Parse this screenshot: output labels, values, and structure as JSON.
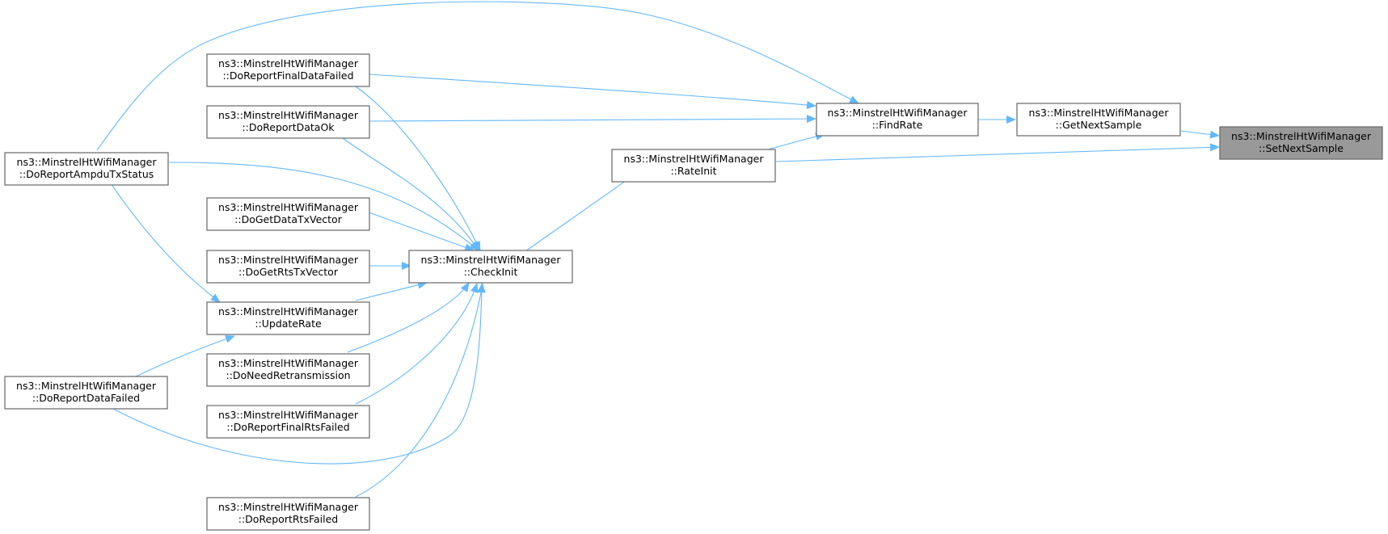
{
  "graph": {
    "edge_color": "#63b8ff",
    "root_fill": "#999999",
    "nodes": {
      "setnextsample": {
        "line1": "ns3::MinstrelHtWifiManager",
        "line2": "::SetNextSample"
      },
      "getnextsample": {
        "line1": "ns3::MinstrelHtWifiManager",
        "line2": "::GetNextSample"
      },
      "findrate": {
        "line1": "ns3::MinstrelHtWifiManager",
        "line2": "::FindRate"
      },
      "rateinit": {
        "line1": "ns3::MinstrelHtWifiManager",
        "line2": "::RateInit"
      },
      "checkinit": {
        "line1": "ns3::MinstrelHtWifiManager",
        "line2": "::CheckInit"
      },
      "doreportfinaldatafailed": {
        "line1": "ns3::MinstrelHtWifiManager",
        "line2": "::DoReportFinalDataFailed"
      },
      "doreportdataok": {
        "line1": "ns3::MinstrelHtWifiManager",
        "line2": "::DoReportDataOk"
      },
      "doreportampdutxstatus": {
        "line1": "ns3::MinstrelHtWifiManager",
        "line2": "::DoReportAmpduTxStatus"
      },
      "dogetdatatxvector": {
        "line1": "ns3::MinstrelHtWifiManager",
        "line2": "::DoGetDataTxVector"
      },
      "dogetrtstxvector": {
        "line1": "ns3::MinstrelHtWifiManager",
        "line2": "::DoGetRtsTxVector"
      },
      "updaterate": {
        "line1": "ns3::MinstrelHtWifiManager",
        "line2": "::UpdateRate"
      },
      "doneedretransmission": {
        "line1": "ns3::MinstrelHtWifiManager",
        "line2": "::DoNeedRetransmission"
      },
      "doreportdatafailed": {
        "line1": "ns3::MinstrelHtWifiManager",
        "line2": "::DoReportDataFailed"
      },
      "doreportfinalrtsfailed": {
        "line1": "ns3::MinstrelHtWifiManager",
        "line2": "::DoReportFinalRtsFailed"
      },
      "doreportrtsfailed": {
        "line1": "ns3::MinstrelHtWifiManager",
        "line2": "::DoReportRtsFailed"
      }
    },
    "edges": [
      {
        "from": "getnextsample",
        "to": "setnextsample"
      },
      {
        "from": "rateinit",
        "to": "setnextsample"
      },
      {
        "from": "findrate",
        "to": "getnextsample"
      },
      {
        "from": "doreportfinaldatafailed",
        "to": "findrate"
      },
      {
        "from": "doreportdataok",
        "to": "findrate"
      },
      {
        "from": "doreportampdutxstatus",
        "to": "findrate"
      },
      {
        "from": "checkinit",
        "to": "rateinit"
      },
      {
        "from": "rateinit",
        "to": "findrate"
      },
      {
        "from": "doreportfinaldatafailed",
        "to": "checkinit"
      },
      {
        "from": "doreportdataok",
        "to": "checkinit"
      },
      {
        "from": "doreportampdutxstatus",
        "to": "checkinit"
      },
      {
        "from": "dogetdatatxvector",
        "to": "checkinit"
      },
      {
        "from": "dogetrtstxvector",
        "to": "checkinit"
      },
      {
        "from": "updaterate",
        "to": "checkinit"
      },
      {
        "from": "doneedretransmission",
        "to": "checkinit"
      },
      {
        "from": "doreportdatafailed",
        "to": "checkinit"
      },
      {
        "from": "doreportfinalrtsfailed",
        "to": "checkinit"
      },
      {
        "from": "doreportrtsfailed",
        "to": "checkinit"
      },
      {
        "from": "doreportampdutxstatus",
        "to": "updaterate"
      },
      {
        "from": "doreportdatafailed",
        "to": "updaterate"
      }
    ]
  }
}
